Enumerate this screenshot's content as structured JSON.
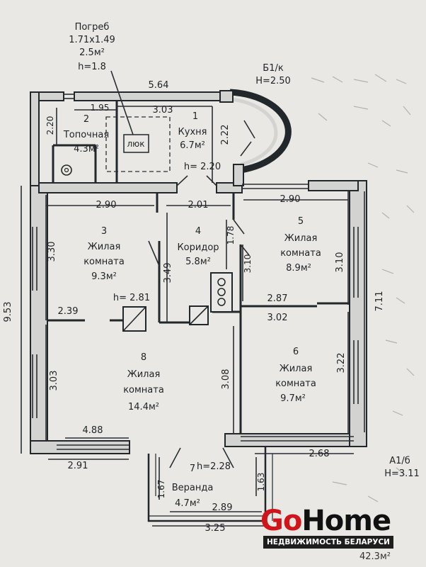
{
  "cellar": {
    "title": "Погреб",
    "size": "1.71x1.49",
    "area": "2.5м²",
    "height": "h=1.8"
  },
  "porch_b1": {
    "name": "Б1/к",
    "height": "H=2.50"
  },
  "annex_a1": {
    "name": "А1/б",
    "height": "H=3.11"
  },
  "rooms": [
    {
      "number": "1",
      "name": "Кухня",
      "area": "6.7м²"
    },
    {
      "number": "2",
      "name": "Топочная",
      "area": "4.3м²"
    },
    {
      "number": "3",
      "name_line1": "Жилая",
      "name_line2": "комната",
      "area": "9.3м²"
    },
    {
      "number": "4",
      "name": "Коридор",
      "area": "5.8м²"
    },
    {
      "number": "5",
      "name_line1": "Жилая",
      "name_line2": "комната",
      "area": "8.9м²"
    },
    {
      "number": "6",
      "name_line1": "Жилая",
      "name_line2": "комната",
      "area": "9.7м²"
    },
    {
      "number": "7",
      "name": "Веранда",
      "area": "4.7м²"
    },
    {
      "number": "8",
      "name_line1": "Жилая",
      "name_line2": "комната",
      "area": "14.4м²"
    }
  ],
  "hatch_label": "люк",
  "heights": {
    "kitchen": "h= 2.20",
    "living": "h= 2.81",
    "veranda": "h=2.28"
  },
  "dimensions": {
    "top_564": "5.64",
    "k_195": "1.95",
    "k_303": "3.03",
    "k_222": "2.22",
    "t_220": "2.20",
    "r3_290": "2.90",
    "c_201": "2.01",
    "r5_290": "2.90",
    "r3_330": "3.30",
    "c_349": "3.49",
    "c_178": "1.78",
    "c_310": "3.10",
    "r5_310": "3.10",
    "left_953": "9.53",
    "right_711": "7.11",
    "r8_239": "2.39",
    "r6_287": "2.87",
    "r6_302": "3.02",
    "r8_303": "3.03",
    "c_308": "3.08",
    "r6_322": "3.22",
    "b_488": "4.88",
    "b_291": "2.91",
    "b_268": "2.68",
    "v_167": "1.67",
    "v_163": "1.63",
    "v_289": "2.89",
    "v_325": "3.25"
  },
  "logo": {
    "go": "Go",
    "home": "Home",
    "subtitle": "НЕДВИЖИМОСТЬ БЕЛАРУСИ"
  },
  "corner_note": "42.3м²",
  "colors": {
    "wall": "#d3d3d1",
    "ink": "#1f2326",
    "brand_red": "#d0141a"
  }
}
